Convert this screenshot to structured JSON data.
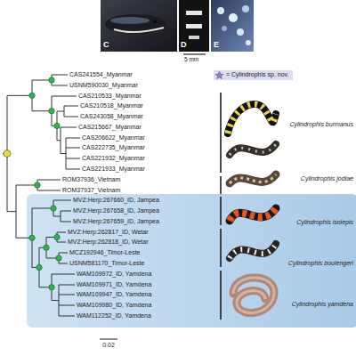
{
  "diagram": {
    "labels": [
      "C",
      "D",
      "E",
      "5 mm",
      "CAS241554_Myanmar",
      "USNM590030_Myanmar",
      "CAS210533_Myanmar",
      "CAS210518_Myanmar",
      "CAS243058_Myanmar",
      "CAS215667_Myanmar",
      "CAS206622_Myanmar",
      "CAS222735_Myanmar",
      "CAS221932_Myanmar",
      "CAS221933_Myanmar",
      "ROM37936_Vietnam",
      "ROM37937_Vietnam",
      "MVZ:Herp:267660_ID, Jampea",
      "MVZ:Herp:267658_ID, Jampea",
      "MVZ:Herp:267659_ID, Jampea",
      "MVZ:Herp:262817_ID, Wetar",
      "MVZ:Herp:262818_ID, Wetar",
      "MCZ192946_Timor-Leste",
      "USNM581170_Timor-Leste",
      "WAM109972_ID, Yamdena",
      "WAM109971_ID, Yamdena",
      "WAM109947_ID, Yamdena",
      "WAM109980_ID, Yamdena",
      "WAM112252_ID, Yamdena",
      "Cylindrophis burmanus",
      "Cylindrophis jodiae",
      "Cylindrophis isolepis",
      "Cylindrophis boulengeri",
      "Cylindrophis yamdena",
      "0.02"
    ],
    "legend": [
      {
        "text": "= Cylindrophis sp. nov."
      }
    ]
  }
}
